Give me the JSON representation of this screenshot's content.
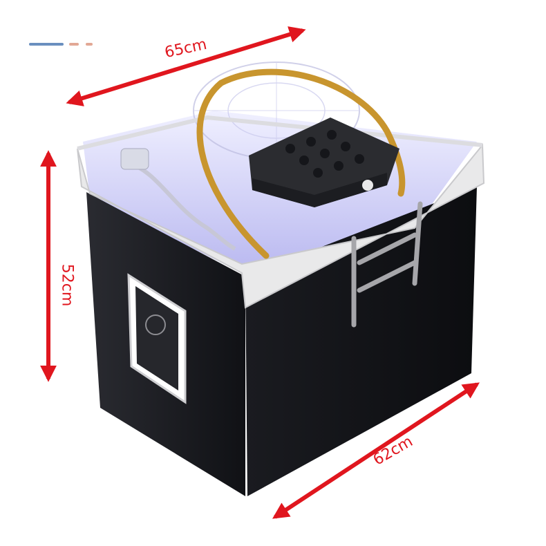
{
  "dimensions": {
    "width_label": "65cm",
    "height_label": "52cm",
    "depth_label": "62cm"
  },
  "colors": {
    "arrow": "#e0161e",
    "body": "#15161a",
    "rim": "#e9e9ea",
    "basin_glow": "#d7d8ff",
    "handle": "#c8952e"
  }
}
